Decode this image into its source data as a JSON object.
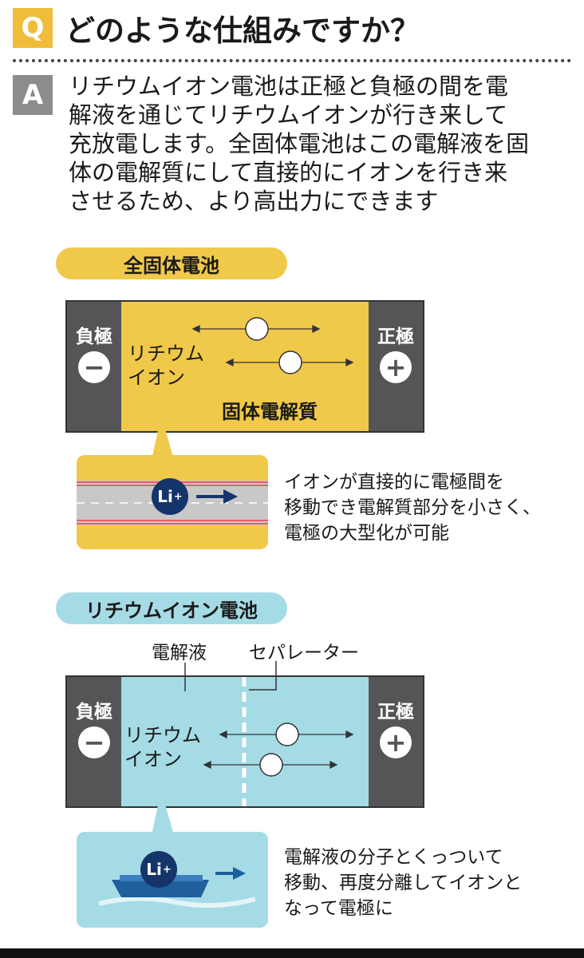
{
  "header": {
    "q_badge": "Q",
    "q_title": "どのような仕組みですか？"
  },
  "answer": {
    "a_badge": "A",
    "lines": [
      "リチウムイオン電池は正極と負極の間を電",
      "解液を通じてリチウムイオンが行き来して",
      "充放電します。全固体電池はこの電解液を固",
      "体の電解質にして直接的にイオンを行き来",
      "させるため、より高出力にできます"
    ]
  },
  "solid_state": {
    "title": "全固体電池",
    "negative_label": "負極",
    "negative_sign": "−",
    "positive_label": "正極",
    "positive_sign": "+",
    "ion_label_lines": [
      "リチウム",
      "イオン"
    ],
    "electrolyte_label": "固体電解質",
    "li_symbol": "Li",
    "li_charge": "+",
    "description_lines": [
      "イオンが直接的に電極間を",
      "移動でき電解質部分を小さく、",
      "電極の大型化が可能"
    ],
    "colors": {
      "body": "#f0c84a",
      "road": "#c8c8c8",
      "road_line": "#e8404a"
    }
  },
  "lithium_ion": {
    "title": "リチウムイオン電池",
    "electrolyte_callout": "電解液",
    "separator_callout": "セパレーター",
    "negative_label": "負極",
    "negative_sign": "−",
    "positive_label": "正極",
    "positive_sign": "+",
    "ion_label_lines": [
      "リチウム",
      "イオン"
    ],
    "li_symbol": "Li",
    "li_charge": "+",
    "description_lines": [
      "電解液の分子とくっついて",
      "移動、再度分離してイオンと",
      "なって電極に"
    ],
    "colors": {
      "body": "#a5dbe5",
      "ship": "#1f5f9c"
    }
  }
}
